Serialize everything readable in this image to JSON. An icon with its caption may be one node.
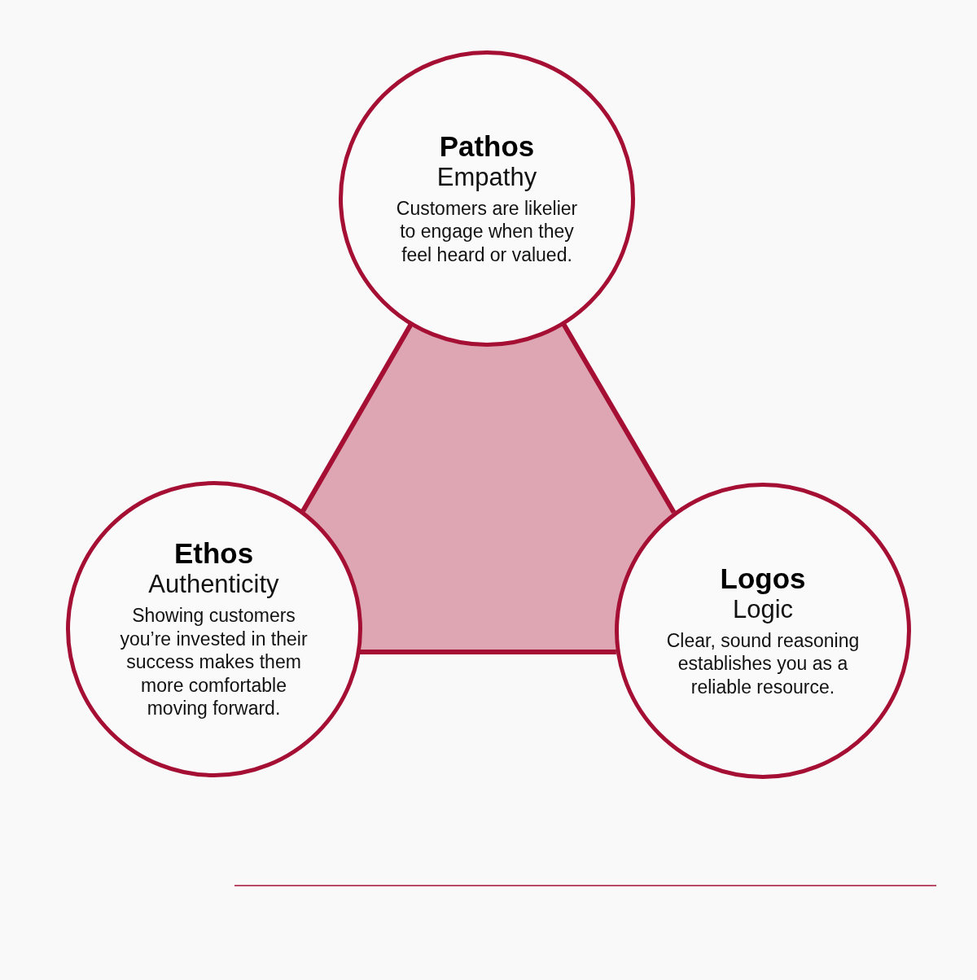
{
  "diagram": {
    "nodes": [
      {
        "text": [
          "Pathos",
          "Empathy",
          "Customers are likelier to engage when they feel heard or valued."
        ]
      },
      {
        "text": [
          "Ethos",
          "Authenticity",
          "Showing customers you’re invested in their success makes them more comfortable moving forward."
        ]
      },
      {
        "text": [
          "Logos",
          "Logic",
          "Clear, sound reasoning establishes you as a reliable resource."
        ]
      }
    ],
    "edges": [
      {
        "from": 0,
        "to": 1,
        "arrow": "none"
      },
      {
        "from": 0,
        "to": 2,
        "arrow": "none"
      },
      {
        "from": 1,
        "to": 2,
        "arrow": "none"
      }
    ]
  }
}
